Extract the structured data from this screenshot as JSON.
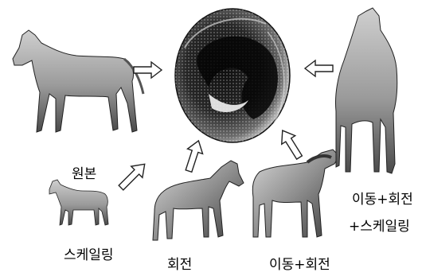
{
  "labels": {
    "original": "원본",
    "scaling": "스케일링",
    "rotation": "회전",
    "translation_rotation": "이동+회전",
    "translation_rotation_scaling_line1": "이동+회전",
    "translation_rotation_scaling_line2": "+스케일링"
  },
  "colors": {
    "horse_light": "#d4d4d4",
    "horse_mid": "#9a9a9a",
    "horse_dark": "#3a3a3a",
    "sphere_dark": "#141414",
    "sphere_light": "#e8e8e8",
    "arrow_fill": "#ffffff",
    "arrow_stroke": "#222222"
  }
}
